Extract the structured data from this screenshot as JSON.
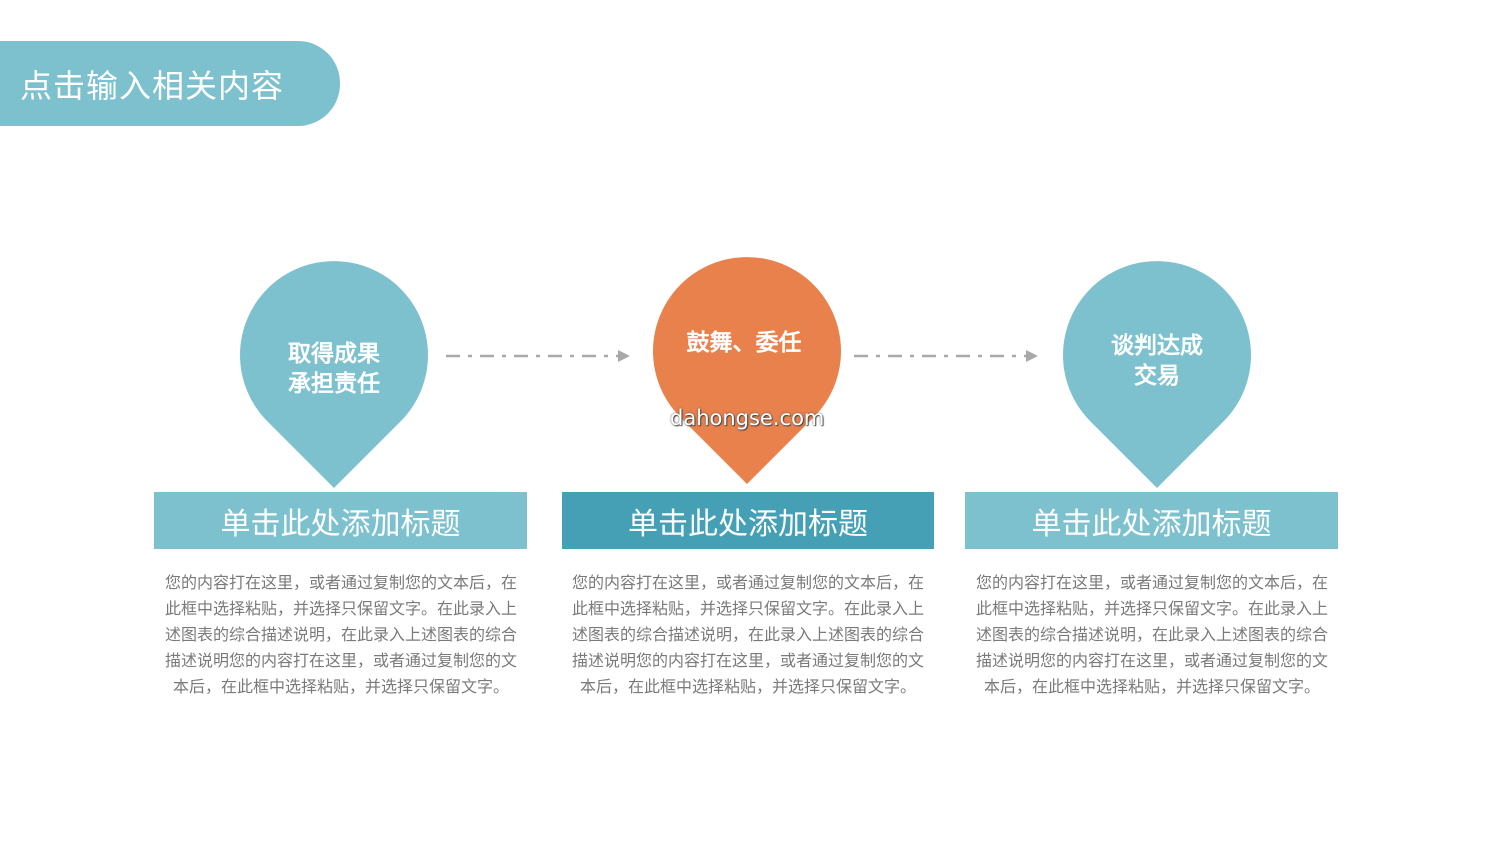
{
  "header": {
    "title": "点击输入相关内容"
  },
  "colors": {
    "teal": "#7dc1cf",
    "dark_teal": "#45a0b6",
    "orange": "#e8814c",
    "arrow": "#a9a9a9",
    "text": "#7a7a7a"
  },
  "steps": [
    {
      "pin_lines": [
        "取得成果",
        "承担责任"
      ],
      "heading": "单击此处添加标题",
      "description": "您的内容打在这里，或者通过复制您的文本后，在此框中选择粘贴，并选择只保留文字。在此录入上述图表的综合描述说明，在此录入上述图表的综合描述说明您的内容打在这里，或者通过复制您的文本后，在此框中选择粘贴，并选择只保留文字。"
    },
    {
      "pin_lines": [
        "鼓舞、委任"
      ],
      "heading": "单击此处添加标题",
      "description": "您的内容打在这里，或者通过复制您的文本后，在此框中选择粘贴，并选择只保留文字。在此录入上述图表的综合描述说明，在此录入上述图表的综合描述说明您的内容打在这里，或者通过复制您的文本后，在此框中选择粘贴，并选择只保留文字。"
    },
    {
      "pin_lines": [
        "谈判达成",
        "交易"
      ],
      "heading": "单击此处添加标题",
      "description": "您的内容打在这里，或者通过复制您的文本后，在此框中选择粘贴，并选择只保留文字。在此录入上述图表的综合描述说明，在此录入上述图表的综合描述说明您的内容打在这里，或者通过复制您的文本后，在此框中选择粘贴，并选择只保留文字。"
    }
  ],
  "watermark": "dahongse.com"
}
